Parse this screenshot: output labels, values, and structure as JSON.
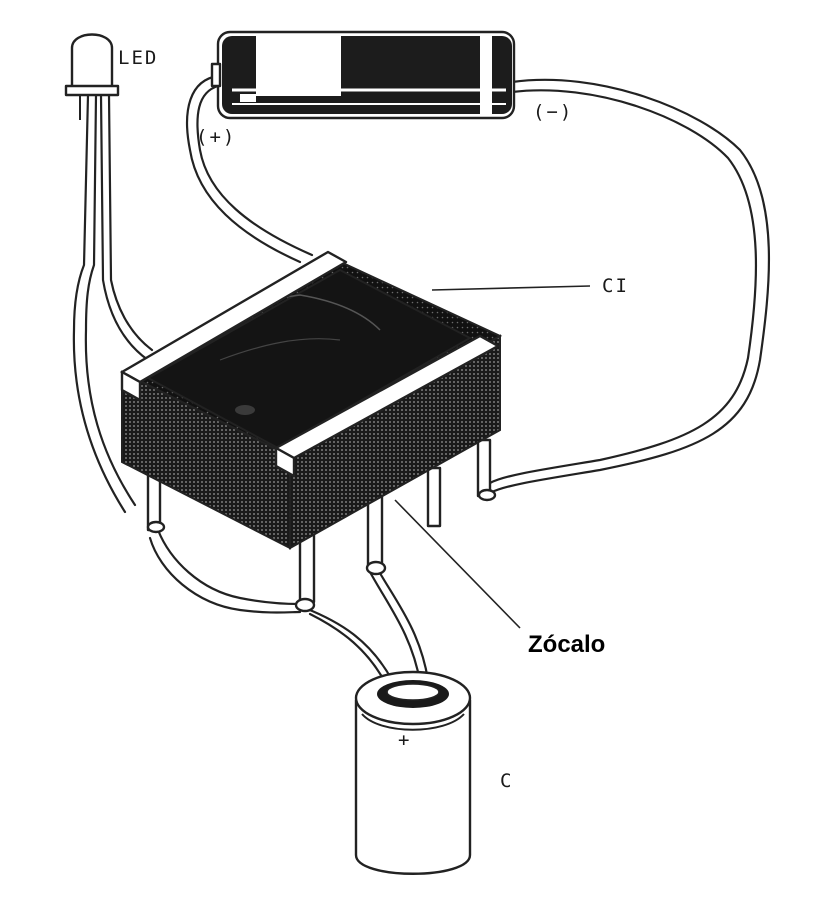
{
  "labels": {
    "led": "LED",
    "battery_positive": "(+)",
    "battery_negative": "(−)",
    "ic": "CI",
    "socket": "Zócalo",
    "capacitor": "C",
    "capacitor_polarity": "+"
  },
  "colors": {
    "ink": "#222222",
    "background": "#ffffff",
    "ic_body": "#141414"
  }
}
